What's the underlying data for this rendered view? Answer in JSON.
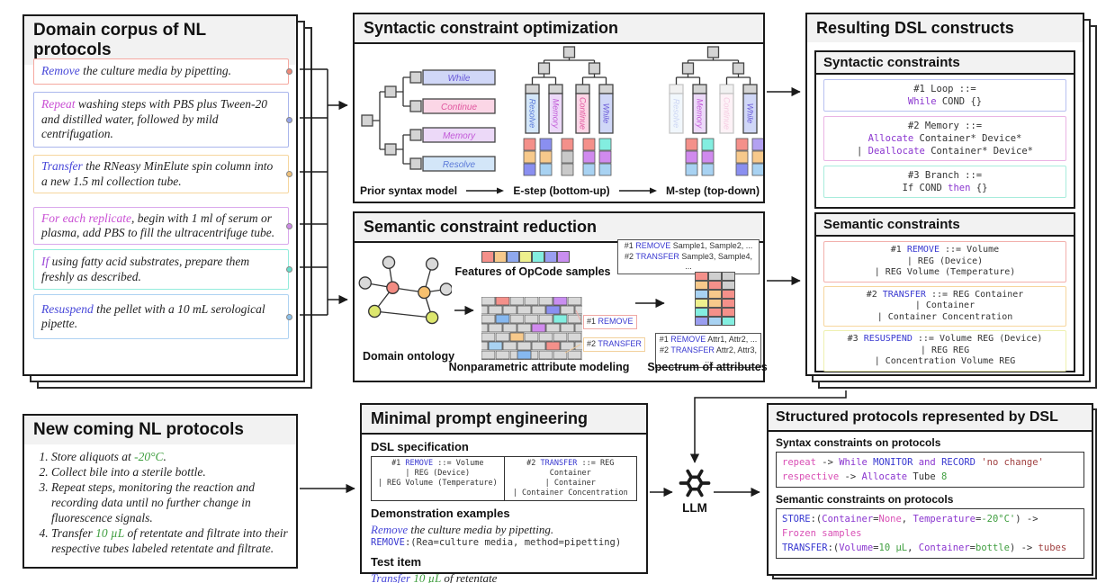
{
  "palette": {
    "header_bg": "#f2f2f2",
    "border_dark": "#1a1a1a",
    "keyword_blue": "#4646d8",
    "keyword_magenta": "#c94fd4",
    "keyword_purple": "#9a46d8",
    "green": "#3f9e3f",
    "code_blue": "#3838d0",
    "code_purple": "#8a35cf",
    "code_pink": "#d94fb5",
    "code_maroon": "#a04040"
  },
  "corpus": {
    "title": "Domain corpus of NL protocols",
    "items": [
      {
        "kw": "Remove",
        "rest": " the culture media by pipetting.",
        "border": "#f5a8a0",
        "dot": "#ee8878"
      },
      {
        "kw": "Repeat",
        "rest": " washing steps with PBS plus Tween-20 and distilled water, followed by mild centrifugation.",
        "border": "#aab6ec",
        "dot": "#96a4e8"
      },
      {
        "kw": "Transfer",
        "rest": " the RNeasy MinElute spin column into a new 1.5 ml collection tube.",
        "border": "#f6d69e",
        "dot": "#eec07a"
      },
      {
        "kw": "For each replicate",
        "rest": ", begin with 1 ml of serum or plasma, add PBS to fill the ultracentrifuge tube.",
        "border": "#d9a8ec",
        "dot": "#cc8ae6"
      },
      {
        "kw": "If",
        "rest": " using fatty acid substrates, prepare them freshly as described.",
        "border": "#93ecdc",
        "dot": "#66ddc9"
      },
      {
        "kw": "Resuspend",
        "rest": " the pellet with a 10 mL serological pipette.",
        "border": "#aed2f2",
        "dot": "#8cc0ea"
      }
    ]
  },
  "syntactic": {
    "title": "Syntactic constraint optimization",
    "captions": {
      "prior": "Prior syntax model",
      "estep": "E-step (bottom-up)",
      "mstep": "M-step (top-down)"
    },
    "nodes": {
      "w": "While",
      "c": "Continue",
      "m": "Memory",
      "r": "Resolve"
    }
  },
  "resulting": {
    "title": "Resulting DSL constructs",
    "syntactic_header": "Syntactic constraints",
    "semantic_header": "Semantic constraints",
    "syn_cards": [
      {
        "line1": "#1 Loop ::=",
        "kw": "While",
        "rest": " COND {}"
      },
      {
        "line1": "#2 Memory ::=",
        "kw2": "Allocate",
        "rest2": " Container* Device*",
        "pre3": "| ",
        "kw3": "Deallocate",
        "rest3": " Container* Device*"
      },
      {
        "line1": "#3 Branch ::=",
        "pre2": "If COND ",
        "kw2": "then",
        "rest2": " {}"
      }
    ],
    "sem_cards": [
      {
        "pre": "#1 ",
        "kw": "REMOVE",
        "rest": " ::= Volume",
        "line2": "| REG (Device)",
        "line3": "| REG Volume (Temperature)"
      },
      {
        "pre": "#2 ",
        "kw": "TRANSFER",
        "rest": " ::= REG Container",
        "line2": "| Container",
        "line3": "| Container Concentration"
      },
      {
        "pre": "#3 ",
        "kw": "RESUSPEND",
        "rest": " ::= Volume REG (Device)",
        "line2": "| REG REG",
        "line3": "| Concentration Volume REG"
      }
    ]
  },
  "semantic": {
    "title": "Semantic constraint reduction",
    "ontology_caption": "Domain ontology",
    "features_caption": "Features of OpCode samples",
    "wall_caption": "Nonparametric attribute modeling",
    "spectrum_caption": "Spectrum of attributes",
    "sample_box": {
      "pre1": "#1 ",
      "kw1": "REMOVE",
      "rest1": " Sample1, Sample2, ...",
      "pre2": "#2 ",
      "kw2": "TRANSFER",
      "rest2": "  Sample3, Sample4, ..."
    },
    "attr_box": {
      "pre1": "#1 ",
      "kw1": "REMOVE",
      "rest1": " Attr1, Attr2, ...",
      "pre2": "#2 ",
      "kw2": "TRANSFER",
      "rest2": "  Attr2, Attr3, ..."
    },
    "callout1": {
      "pre": "#1 ",
      "kw": "REMOVE"
    },
    "callout2": {
      "pre": "#2 ",
      "kw": "TRANSFER"
    }
  },
  "newcoming": {
    "title": "New coming NL protocols",
    "items": [
      {
        "pre": "Store aliquots at ",
        "hl": "-20°C",
        "post": "."
      },
      {
        "pre": "Collect bile into a sterile bottle.",
        "hl": "",
        "post": ""
      },
      {
        "pre": "Repeat steps, monitoring the reaction and recording data until no further change in fluorescence signals.",
        "hl": "",
        "post": ""
      },
      {
        "pre": "Transfer ",
        "hl": "10 µL",
        "post": " of retentate and filtrate into their respective tubes labeled retentate and filtrate."
      }
    ]
  },
  "minimal": {
    "title": "Minimal prompt engineering",
    "spec_heading": "DSL specification",
    "demo_heading": "Demonstration examples",
    "test_heading": "Test item",
    "spec_cell1": {
      "pre": "#1 ",
      "kw": "REMOVE",
      "rest": " ::= Volume",
      "l2": "| REG (Device)",
      "l3": "| REG Volume (Temperature)"
    },
    "spec_cell2": {
      "pre": "#2 ",
      "kw": "TRANSFER",
      "rest": " ::= REG Container",
      "l2": "| Container",
      "l3": "| Container Concentration"
    },
    "demo_nl": {
      "kw": "Remove",
      "rest": " the culture media by pipetting."
    },
    "demo_code": {
      "kw": "REMOVE",
      "rest": ":(Rea=culture media, method=pipetting)"
    },
    "test_nl": {
      "kw": "Transfer",
      "sp": " ",
      "hl": "10 µL",
      "rest": " of retentate"
    }
  },
  "llm": {
    "label": "LLM"
  },
  "structured": {
    "title": "Structured protocols represented by DSL",
    "h1": "Syntax constraints on protocols",
    "h2": "Semantic constraints on protocols",
    "code1_l1": {
      "t1": "repeat",
      "t2": " -> ",
      "t3": "While",
      "t4": " ",
      "t5": "MONITOR",
      "t6": " ",
      "t7": "and",
      "t8": " ",
      "t9": "RECORD",
      "t10": " ",
      "t11": "'no change'"
    },
    "code1_l2": {
      "t1": "respective",
      "t2": " -> ",
      "t3": "Allocate",
      "t4": " Tube ",
      "t5": "8"
    },
    "code2_l1": {
      "t1": "STORE",
      "t2": ":(",
      "t3": "Container",
      "t4": "=",
      "t5": "None",
      "t6": ", ",
      "t7": "Temperature",
      "t8": "=",
      "t9": "-20°C'",
      "t10": ") ->"
    },
    "code2_l2": {
      "t1": "Frozen samples"
    },
    "code2_l3": {
      "t1": "TRANSFER",
      "t2": ":(",
      "t3": "Volume",
      "t4": "=",
      "t5": "10 µL",
      "t6": ", ",
      "t7": "Container",
      "t8": "=",
      "t9": "bottle",
      "t10": ") -> ",
      "t11": "tubes"
    }
  }
}
